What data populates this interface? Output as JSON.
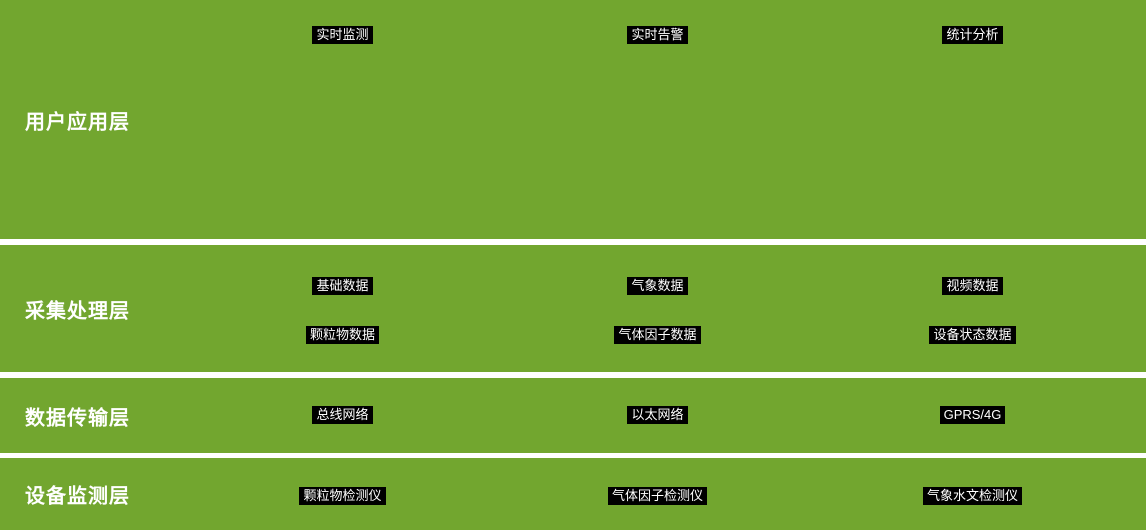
{
  "colors": {
    "band_green": "#72a62f",
    "gap_white": "#ffffff",
    "chip_bg": "#000000",
    "chip_text": "#ffffff",
    "label_text": "#ffffff"
  },
  "layers": [
    {
      "label": "用户应用层",
      "rows": [
        [
          "实时监测",
          "实时告警",
          "统计分析"
        ]
      ]
    },
    {
      "label": "采集处理层",
      "rows": [
        [
          "基础数据",
          "气象数据",
          "视频数据"
        ],
        [
          "颗粒物数据",
          "气体因子数据",
          "设备状态数据"
        ]
      ]
    },
    {
      "label": "数据传输层",
      "rows": [
        [
          "总线网络",
          "以太网络",
          "GPRS/4G"
        ]
      ]
    },
    {
      "label": "设备监测层",
      "rows": [
        [
          "颗粒物检测仪",
          "气体因子检测仪",
          "气象水文检测仪"
        ]
      ]
    }
  ]
}
